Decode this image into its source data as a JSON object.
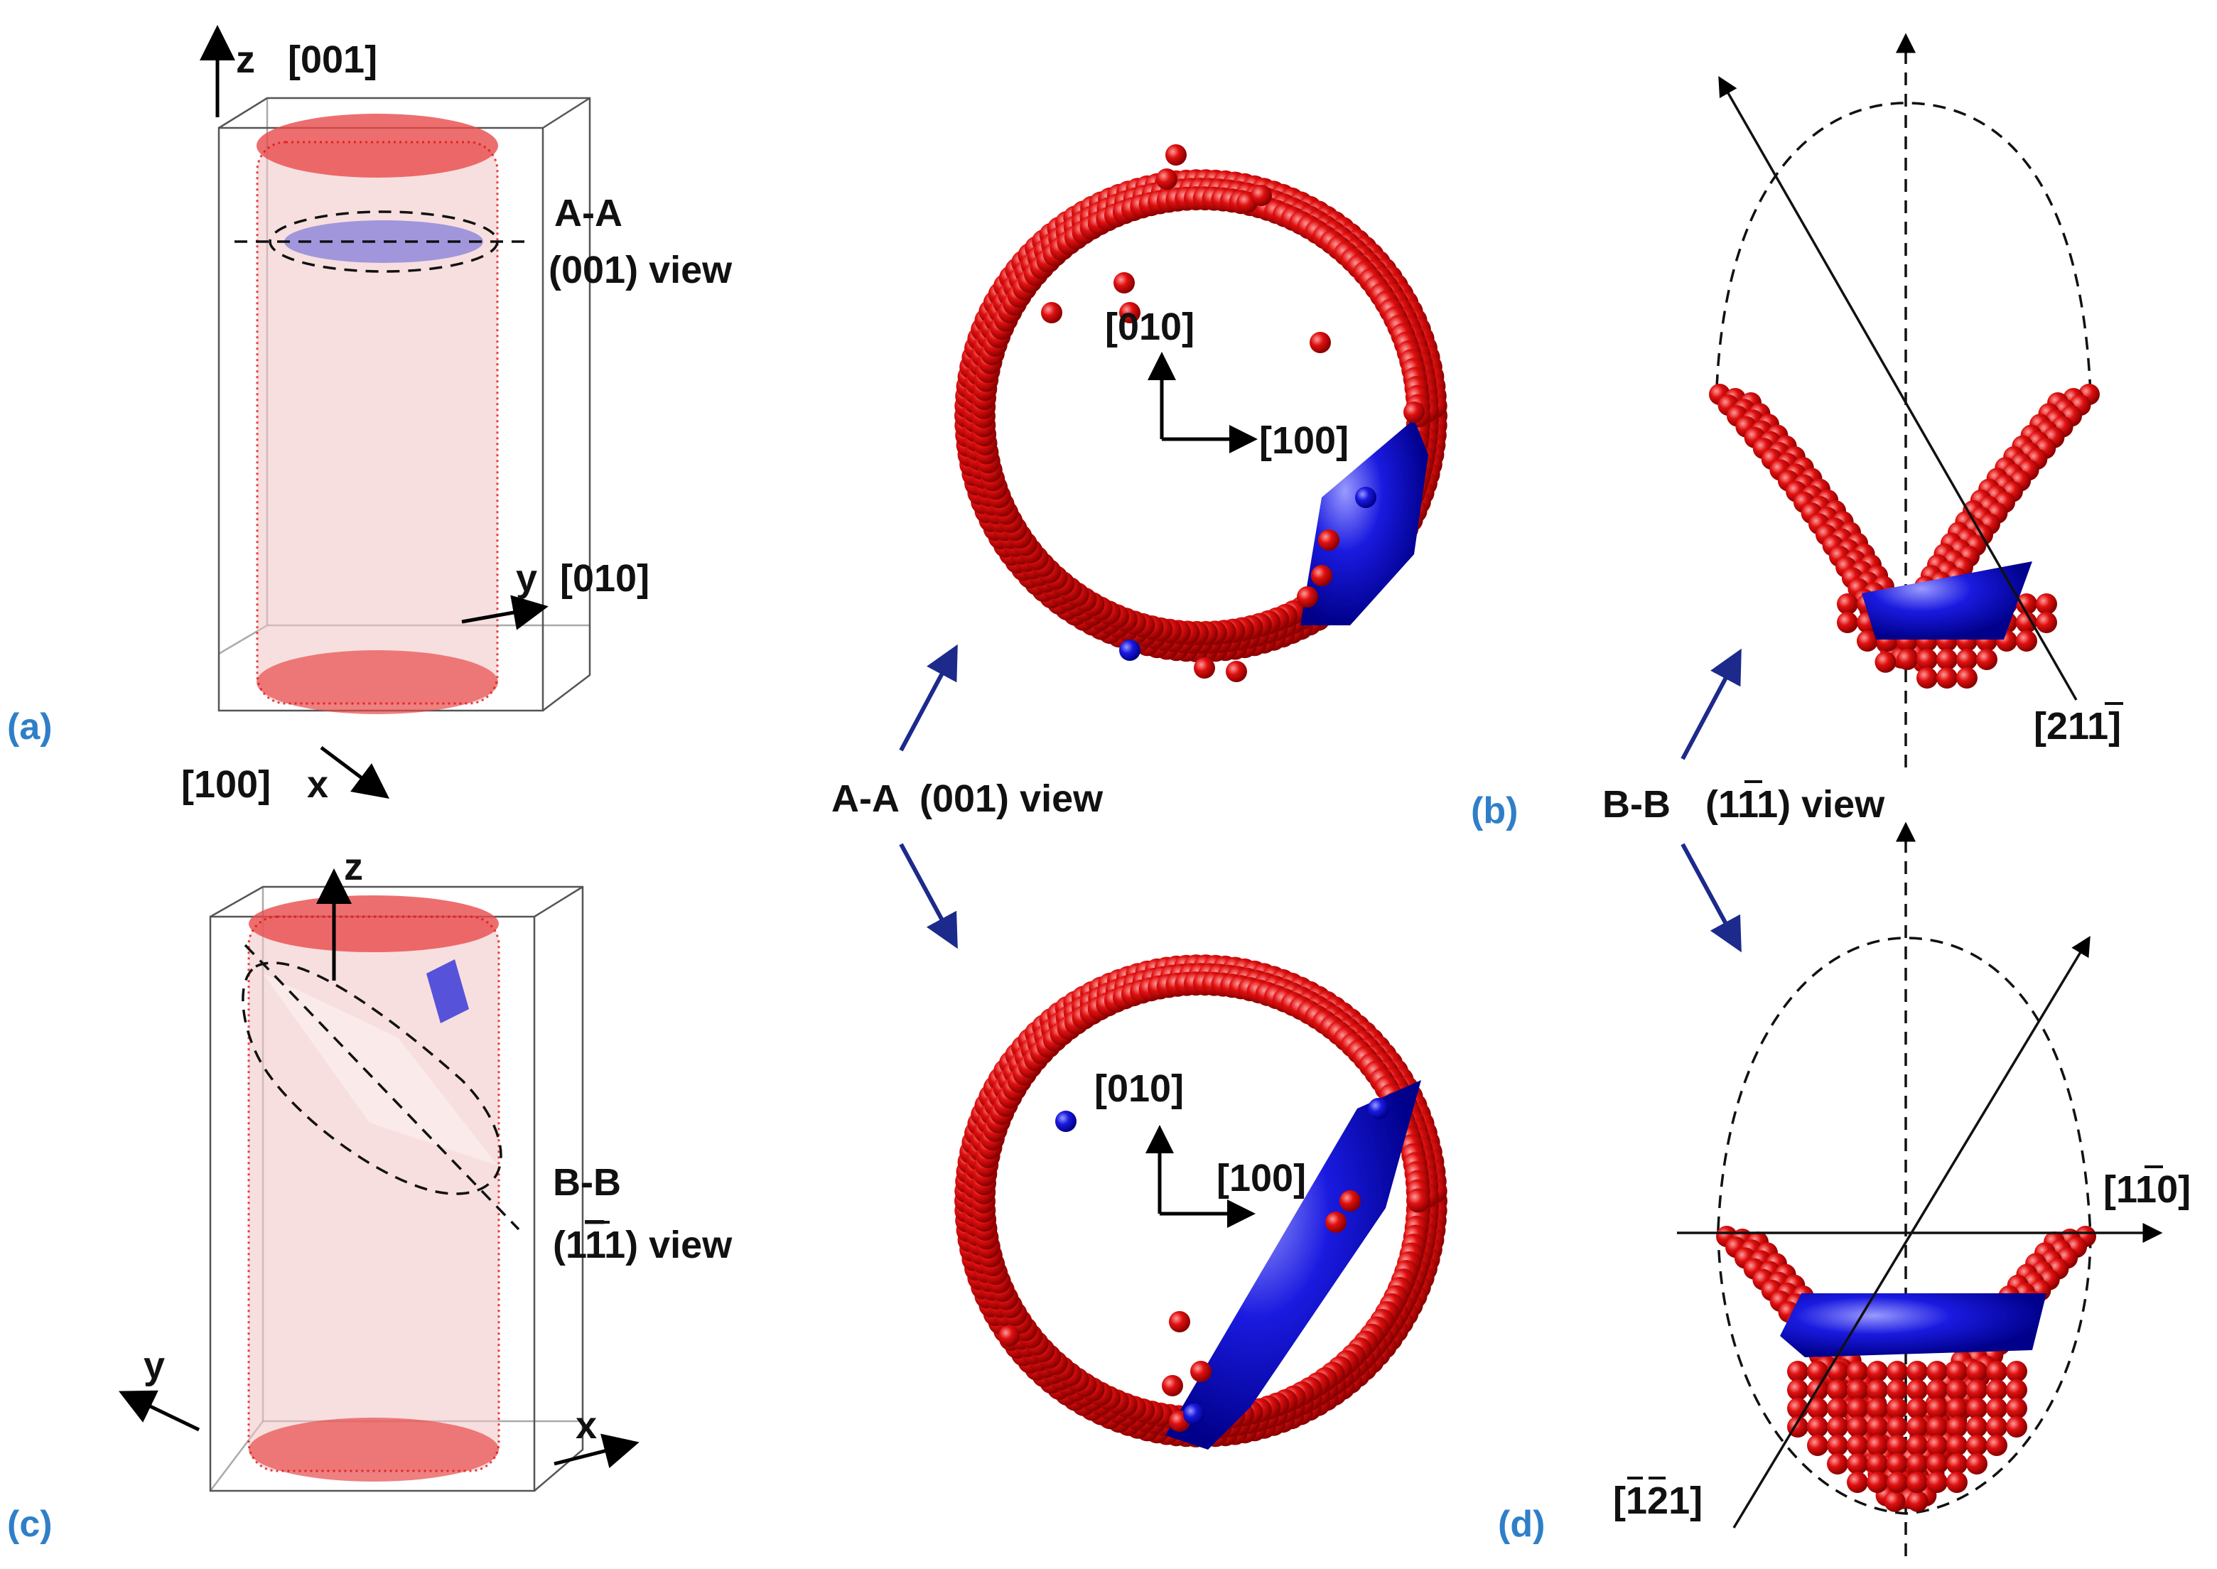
{
  "panels": {
    "a": "(a)",
    "b": "(b)",
    "c": "(c)",
    "d": "(d)"
  },
  "panel_a": {
    "z_axis": "z",
    "z_dir": "[001]",
    "y_axis": "y",
    "y_dir": "[010]",
    "x_dir": "[100]",
    "x_axis": "x",
    "section": "A-A",
    "view": "(001) view"
  },
  "panel_c": {
    "z_axis": "z",
    "y_axis": "y",
    "x_axis": "x",
    "section": "B-B",
    "view_pre": "(1",
    "view_bar": "1",
    "view_post": "1) view"
  },
  "middle": {
    "top_y_dir": "[010]",
    "top_x_dir": "[100]",
    "bottom_y_dir": "[010]",
    "bottom_x_dir": "[100]",
    "caption": "A-A  (001) view"
  },
  "right": {
    "caption_section": "B-B",
    "caption_pre": "(1",
    "caption_bar": "1",
    "caption_post": "1) view",
    "top_dir_pre": "[21",
    "top_dir_bar": "1",
    "top_dir_post": "]",
    "bottom_h_pre": "[1",
    "bottom_h_bar": "1",
    "bottom_h_post": "0]",
    "bottom_diag_pre": "[",
    "bottom_diag_bar1": "1",
    "bottom_diag_bar2": "2",
    "bottom_diag_post": "1]"
  },
  "colors": {
    "atom_red": "#e01010",
    "atom_blue": "#1a1ae0",
    "arrow_navy": "#1c2a8c",
    "panel_label": "#2f7fc8"
  }
}
